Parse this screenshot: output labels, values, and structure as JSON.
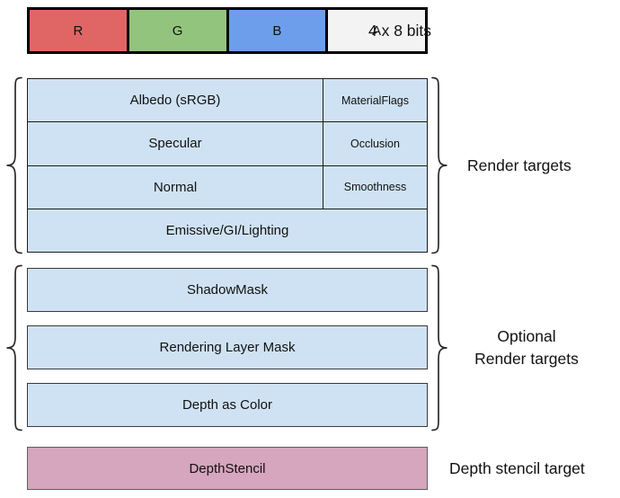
{
  "bits_bar": {
    "caption": "4 x 8 bits",
    "cells": [
      {
        "label": "R",
        "color": "#E06666"
      },
      {
        "label": "G",
        "color": "#93C47D"
      },
      {
        "label": "B",
        "color": "#6D9EEB"
      },
      {
        "label": "A",
        "color": "#F3F3F3"
      }
    ]
  },
  "render_targets": {
    "label": "Render targets",
    "rows": [
      {
        "main": "Albedo (sRGB)",
        "alpha": "MaterialFlags"
      },
      {
        "main": "Specular",
        "alpha": "Occlusion"
      },
      {
        "main": "Normal",
        "alpha": "Smoothness"
      },
      {
        "main": "Emissive/GI/Lighting"
      }
    ]
  },
  "optional_render_targets": {
    "label_line1": "Optional",
    "label_line2": "Render targets",
    "rows": [
      "ShadowMask",
      "Rendering Layer Mask",
      "Depth as Color"
    ]
  },
  "depth_stencil": {
    "row": "DepthStencil",
    "label": "Depth stencil target"
  },
  "colors": {
    "channel_red": "#E06666",
    "channel_green": "#93C47D",
    "channel_blue": "#6D9EEB",
    "channel_alpha": "#F3F3F3",
    "target_blue": "#CFE2F3",
    "depth_pink": "#D5A6BD"
  }
}
